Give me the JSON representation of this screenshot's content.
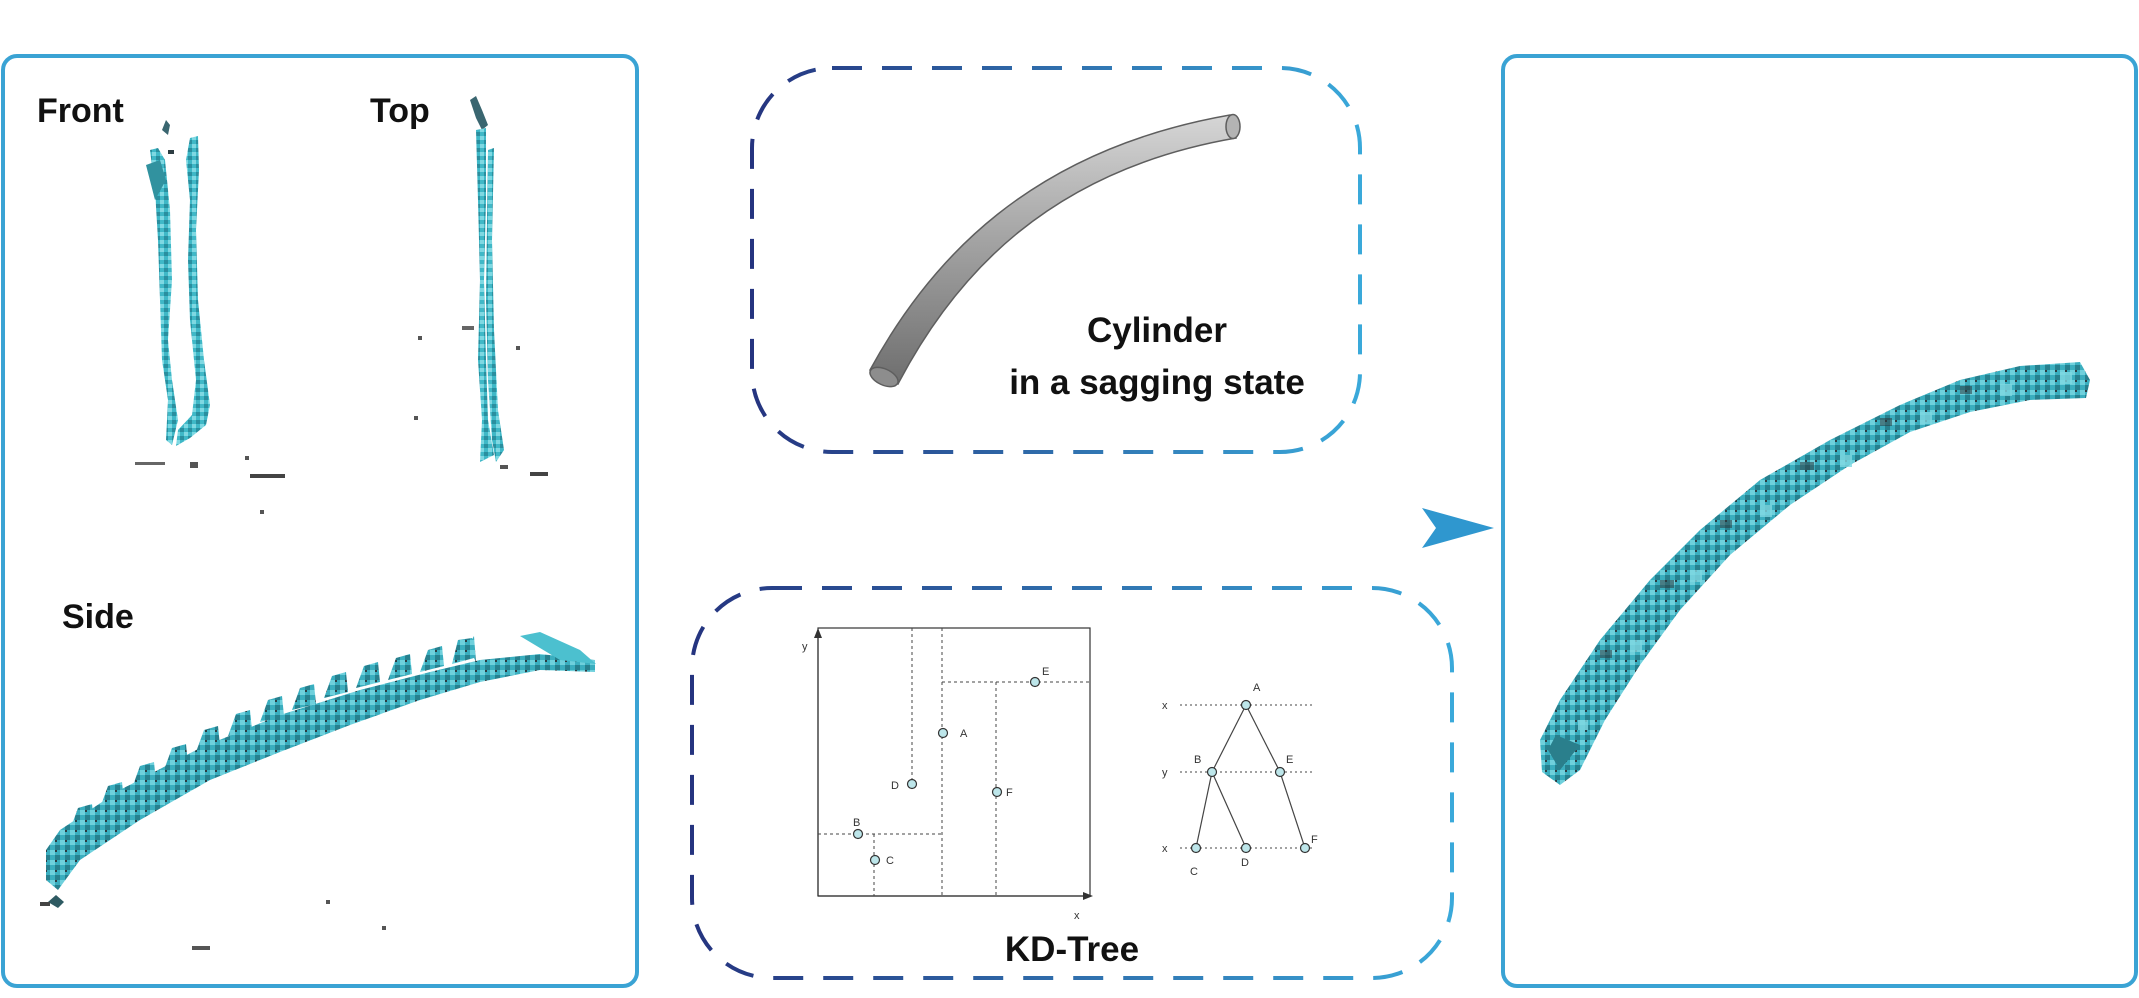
{
  "left_panel": {
    "views": {
      "front": "Front",
      "top": "Top",
      "side": "Side"
    }
  },
  "cylinder_box": {
    "caption_line1": "Cylinder",
    "caption_line2": "in a sagging state"
  },
  "kdtree_box": {
    "caption": "KD-Tree",
    "partition": {
      "x_axis": "x",
      "y_axis": "y",
      "points": [
        "A",
        "B",
        "C",
        "D",
        "E",
        "F"
      ]
    },
    "tree": {
      "levels": [
        "x",
        "y",
        "x"
      ],
      "nodes": [
        "A",
        "B",
        "E",
        "C",
        "D",
        "F"
      ]
    }
  },
  "colors": {
    "panel_border": "#3aa3d4",
    "dash_dark": "#2a3f8f",
    "dash_light": "#3aa3d4",
    "point_cloud": "#3eb5c4",
    "cylinder": "#9a9a9a"
  }
}
